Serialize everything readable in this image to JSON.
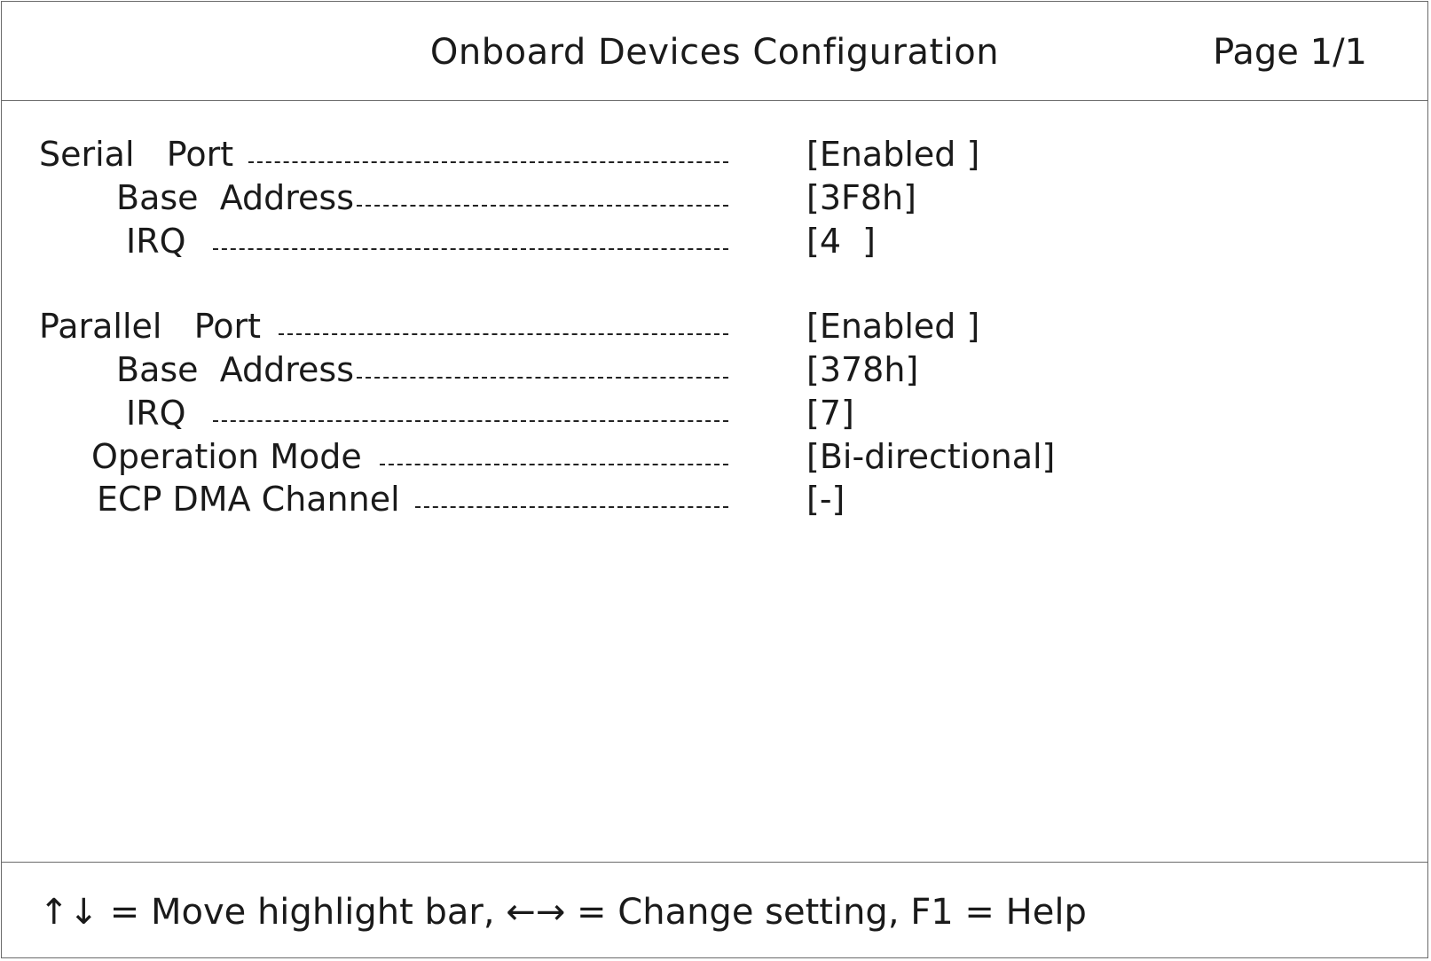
{
  "header": {
    "title": "Onboard Devices Configuration",
    "page_indicator": "Page 1/1"
  },
  "settings": [
    {
      "label": "Serial   Port",
      "value": "[Enabled ]"
    },
    {
      "label": "Base  Address",
      "value": "[3F8h]"
    },
    {
      "label": "IRQ",
      "value": "[4  ]"
    },
    {
      "label": "Parallel   Port",
      "value": "[Enabled ]"
    },
    {
      "label": "Base  Address",
      "value": "[378h]"
    },
    {
      "label": "IRQ",
      "value": "[7]"
    },
    {
      "label": "Operation Mode",
      "value": "[Bi-directional]"
    },
    {
      "label": "ECP DMA Channel",
      "value": "[-]"
    }
  ],
  "footer": {
    "help_text": "↑↓ = Move highlight bar, ←→ = Change setting, F1 = Help"
  }
}
